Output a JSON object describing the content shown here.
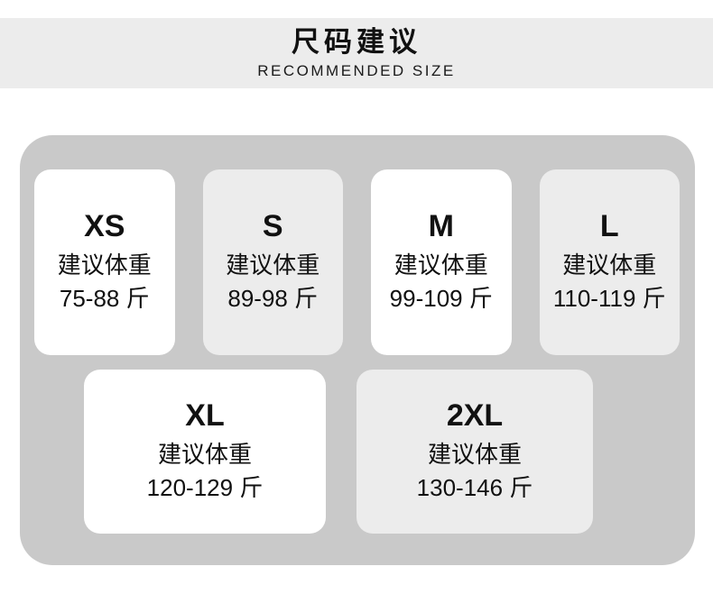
{
  "header": {
    "title": "尺码建议",
    "subtitle": "RECOMMENDED SIZE"
  },
  "size_panel": {
    "weight_label": "建议体重",
    "unit": "斤",
    "sizes": [
      {
        "size": "XS",
        "label": "建议体重",
        "range": "75-88 斤"
      },
      {
        "size": "S",
        "label": "建议体重",
        "range": "89-98 斤"
      },
      {
        "size": "M",
        "label": "建议体重",
        "range": "99-109 斤"
      },
      {
        "size": "L",
        "label": "建议体重",
        "range": "110-119 斤"
      },
      {
        "size": "XL",
        "label": "建议体重",
        "range": "120-129 斤"
      },
      {
        "size": "2XL",
        "label": "建议体重",
        "range": "130-146 斤"
      }
    ]
  },
  "colors": {
    "header_band": "#ececec",
    "panel": "#c9c9c9",
    "card_white": "#ffffff",
    "card_gray": "#ececec",
    "text": "#111111"
  }
}
